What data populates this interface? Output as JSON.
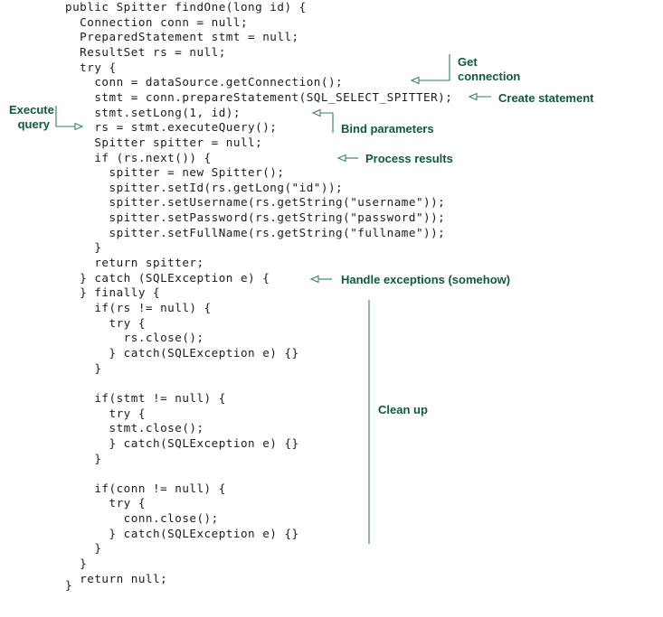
{
  "code": {
    "lines": [
      "public Spitter findOne(long id) {",
      "  Connection conn = null;",
      "  PreparedStatement stmt = null;",
      "  ResultSet rs = null;",
      "  try {",
      "    conn = dataSource.getConnection();",
      "    stmt = conn.prepareStatement(SQL_SELECT_SPITTER);",
      "    stmt.setLong(1, id);",
      "    rs = stmt.executeQuery();",
      "    Spitter spitter = null;",
      "    if (rs.next()) {",
      "      spitter = new Spitter();",
      "      spitter.setId(rs.getLong(\"id\"));",
      "      spitter.setUsername(rs.getString(\"username\"));",
      "      spitter.setPassword(rs.getString(\"password\"));",
      "      spitter.setFullName(rs.getString(\"fullname\"));",
      "    }",
      "    return spitter;",
      "  } catch (SQLException e) {",
      "  } finally {",
      "    if(rs != null) {",
      "      try {",
      "        rs.close();",
      "      } catch(SQLException e) {}",
      "    }",
      "",
      "    if(stmt != null) {",
      "      try {",
      "      stmt.close();",
      "      } catch(SQLException e) {}",
      "    }",
      "",
      "    if(conn != null) {",
      "      try {",
      "        conn.close();",
      "      } catch(SQLException e) {}",
      "    }",
      "  }",
      "  return null;",
      "}"
    ]
  },
  "annotations": {
    "get_connection": [
      "Get",
      "connection"
    ],
    "create_statement": "Create statement",
    "execute_query": [
      "Execute",
      "query"
    ],
    "bind_parameters": "Bind parameters",
    "process_results": "Process results",
    "handle_exceptions": "Handle exceptions (somehow)",
    "clean_up": "Clean up"
  },
  "colors": {
    "annotation_text": "#0e5a3a",
    "arrow": "#2e7d55",
    "code_text": "#1a1a1a"
  }
}
